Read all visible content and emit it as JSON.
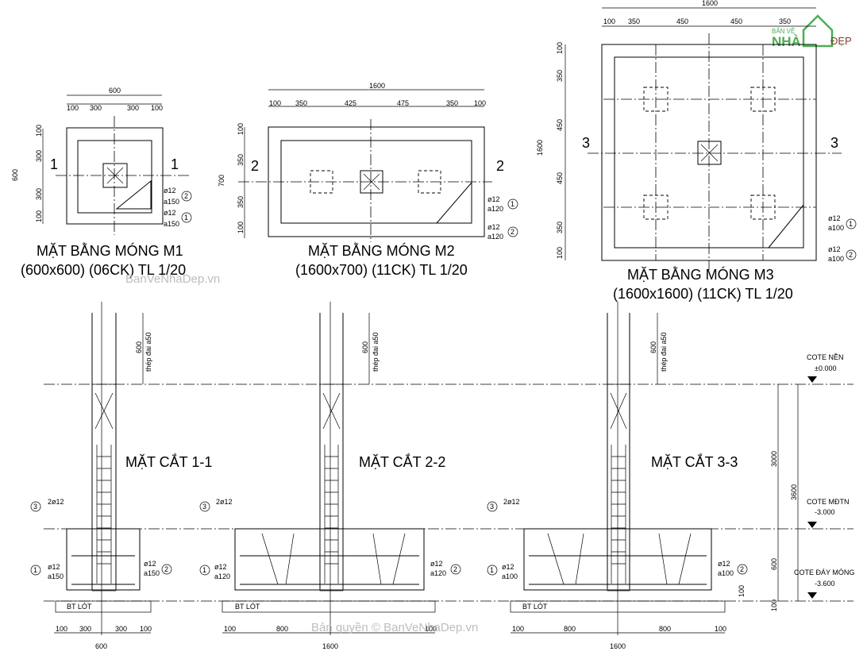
{
  "logo": {
    "top": "BẢN VẼ",
    "brand": "NHÀ",
    "suffix": "ĐẸP"
  },
  "watermarks": {
    "top": "BanVeNhaDep.vn",
    "bottom": "Bản quyền © BanVeNhaDep.vn"
  },
  "plans": [
    {
      "title": "MẶT BẰNG MÓNG M1",
      "subtitle": "(600x600) (06CK) TL 1/20",
      "top_total": "600",
      "top_dims": [
        "100",
        "300",
        "300",
        "100"
      ],
      "side_total": "600",
      "side_dims": [
        "100",
        "300",
        "300",
        "100"
      ],
      "section_mark": "1",
      "rebar": [
        "ø12",
        "a150",
        "ø12",
        "a150"
      ],
      "callouts": [
        "2",
        "1"
      ]
    },
    {
      "title": "MẶT BẰNG MÓNG M2",
      "subtitle": "(1600x700) (11CK) TL 1/20",
      "top_total": "1600",
      "top_dims": [
        "100",
        "350",
        "425",
        "475",
        "350",
        "100"
      ],
      "side_total": "700",
      "side_dims": [
        "100",
        "350",
        "350",
        "100"
      ],
      "section_mark": "2",
      "rebar": [
        "ø12",
        "a120",
        "ø12",
        "a120"
      ],
      "callouts": [
        "1",
        "2"
      ]
    },
    {
      "title": "MẶT BẰNG MÓNG M3",
      "subtitle": "(1600x1600) (11CK) TL 1/20",
      "top_total": "1600",
      "top_dims": [
        "100",
        "350",
        "450",
        "450",
        "350"
      ],
      "side_total": "1600",
      "side_dims": [
        "100",
        "350",
        "450",
        "450",
        "350",
        "100"
      ],
      "section_mark": "3",
      "rebar": [
        "ø12",
        "a100",
        "ø12",
        "a100"
      ],
      "callouts": [
        "1",
        "2"
      ]
    }
  ],
  "sections": [
    {
      "title": "MẶT CẮT 1-1",
      "top_dim": "600",
      "stirrup": "thép đai a50",
      "callout3": "3",
      "bars": "2ø12",
      "rebar_left": [
        "ø12",
        "a150"
      ],
      "rebar_right": [
        "ø12",
        "a150"
      ],
      "c1": "1",
      "c2": "2",
      "bt_lot": "BT LÓT",
      "bottom_dims": [
        "100",
        "300",
        "300",
        "100"
      ],
      "bottom_total": "600"
    },
    {
      "title": "MẶT CẮT 2-2",
      "top_dim": "600",
      "stirrup": "thép đai a50",
      "callout3": "3",
      "bars": "2ø12",
      "rebar_left": [
        "ø12",
        "a120"
      ],
      "rebar_right": [
        "ø12",
        "a120"
      ],
      "c1": "1",
      "c2": "2",
      "bt_lot": "BT LÓT",
      "bottom_dims": [
        "100",
        "800",
        "100"
      ],
      "bottom_total": "1600"
    },
    {
      "title": "MẶT CẮT 3-3",
      "top_dim": "600",
      "stirrup": "thép đai a50",
      "callout3": "3",
      "bars": "2ø12",
      "rebar_left": [
        "ø12",
        "a100"
      ],
      "rebar_right": [
        "ø12",
        "a100"
      ],
      "c1": "1",
      "c2": "2",
      "bt_lot": "BT LÓT",
      "bottom_dims": [
        "100",
        "800",
        "800",
        "100"
      ],
      "bottom_total": "1600"
    }
  ],
  "levels": {
    "cote_nen": "COTE NỀN",
    "cote_nen_val": "±0.000",
    "cote_mdtn": "COTE MĐTN",
    "cote_mdtn_val": "-3.000",
    "cote_day_mong": "COTE ĐÁY MÓNG",
    "cote_day_mong_val": "-3.600",
    "dims": [
      "3000",
      "3600",
      "600",
      "100",
      "100"
    ]
  }
}
